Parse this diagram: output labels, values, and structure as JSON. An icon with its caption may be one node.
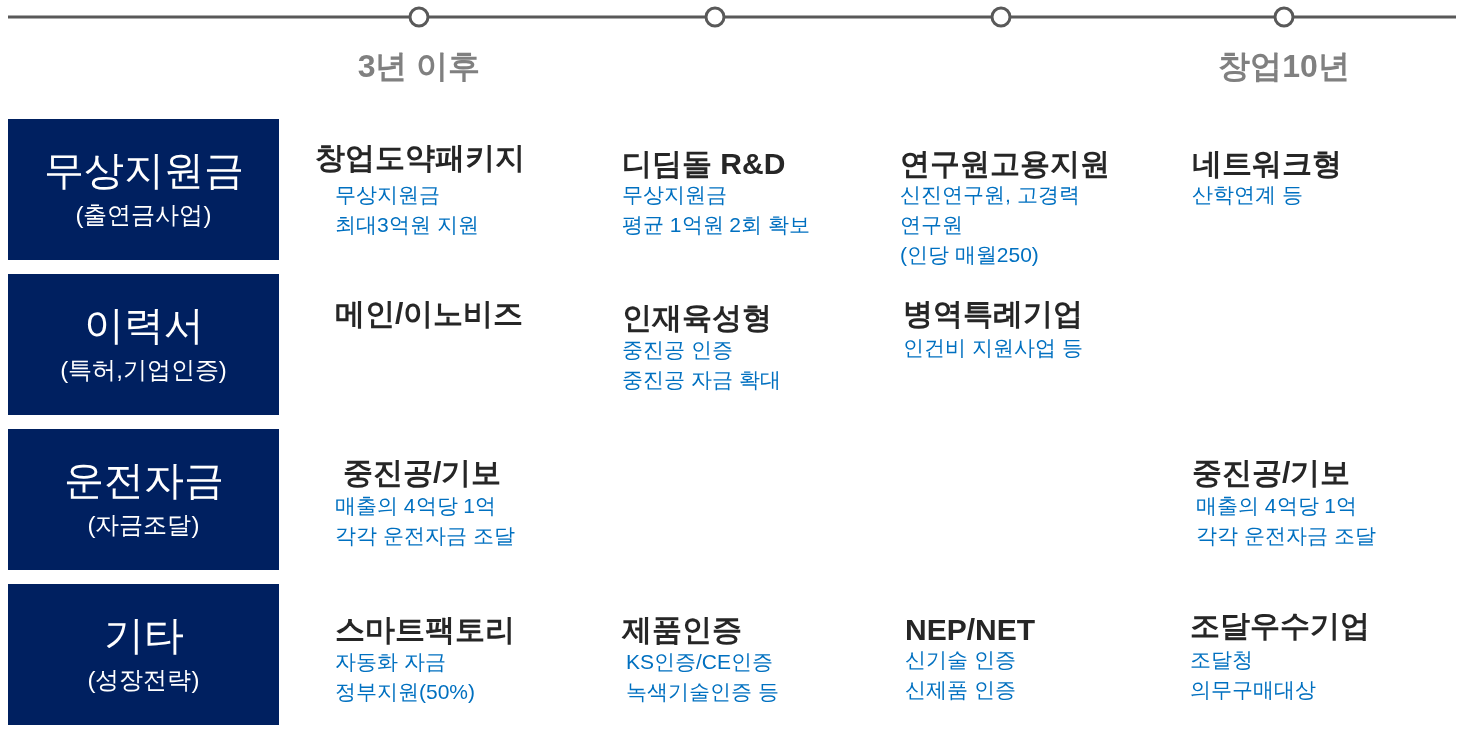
{
  "diagram": {
    "nodes": [
      {
        "text": [],
        "shape": "circle",
        "beside": [
          "3년 이후"
        ]
      },
      {
        "text": [],
        "shape": "circle"
      },
      {
        "text": [],
        "shape": "circle"
      },
      {
        "text": [],
        "shape": "circle",
        "beside": [
          "창업10년"
        ]
      },
      {
        "text": [
          "무상지원금",
          "(출연금사업)"
        ]
      },
      {
        "text": [
          "이력서",
          "(특허,기업인증)"
        ]
      },
      {
        "text": [
          "운전자금",
          "(자금조달)"
        ]
      },
      {
        "text": [
          "기타",
          "(성장전략)"
        ]
      }
    ],
    "labels": [
      "창업도약패키지",
      "무상지원금 최대3억원 지원",
      "디딤돌 R&D",
      "무상지원금 평균 1억원 2회 확보",
      "연구원고용지원",
      "신진연구원, 고경력 연구원 (인당 매월250)",
      "네트워크형",
      "산학연계 등",
      "메인/이노비즈",
      "인재육성형",
      "중진공 인증 중진공 자금 확대",
      "병역특례기업",
      "인건비 지원사업 등",
      "중진공/기보",
      "매출의 4억당 1억 각각 운전자금 조달",
      "중진공/기보",
      "매출의 4억당 1억 각각 운전자금 조달",
      "스마트팩토리",
      "자동화 자금 정부지원(50%)",
      "제품인증",
      "KS인증/CE인증 녹색기술인증 등",
      "NEP/NET",
      "신기술 인증 신제품 인증",
      "조달우수기업",
      "조달청 의무구매대상"
    ]
  }
}
